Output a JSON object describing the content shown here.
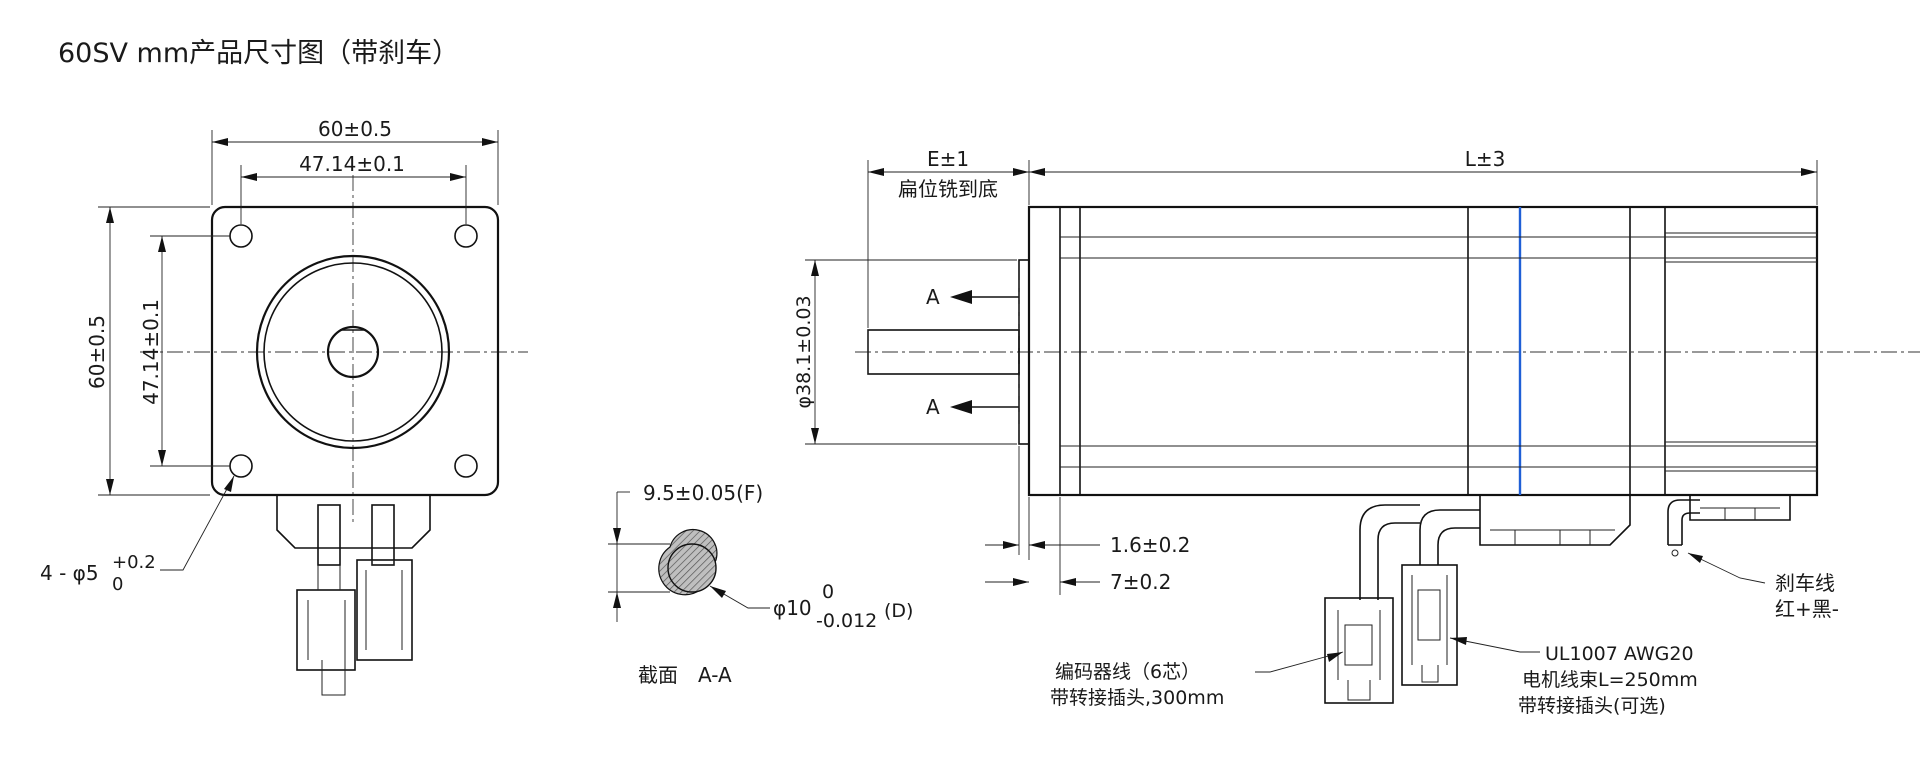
{
  "title": "60SV mm产品尺寸图（带刹车）",
  "front_view": {
    "dim_width_outer": "60±0.5",
    "dim_width_holes": "47.14±0.1",
    "dim_height_outer": "60±0.5",
    "dim_height_holes": "47.14±0.1",
    "hole_callout": "4 - φ5",
    "hole_tol_upper": "+0.2",
    "hole_tol_lower": "0"
  },
  "section_view": {
    "flat_dim": "9.5±0.05(F)",
    "shaft_dia": "φ10",
    "shaft_tol_upper": "0",
    "shaft_tol_lower": "-0.012",
    "shaft_tol_suffix": "(D)",
    "caption": "截面　A-A"
  },
  "side_view": {
    "dim_e": "E±1",
    "dim_e_note": "扁位铣到底",
    "dim_l": "L±3",
    "dim_pilot": "φ38.1±0.03",
    "section_marker_top": "A",
    "section_marker_bottom": "A",
    "dim_flange": "1.6±0.2",
    "dim_plate": "7±0.2"
  },
  "callouts": {
    "brake_line_1": "刹车线",
    "brake_line_2": "红+黑-",
    "motor_cable_1": "UL1007 AWG20",
    "motor_cable_2": "电机线束L=250mm",
    "motor_cable_3": "带转接插头(可选)",
    "encoder_cable_1": "编码器线（6芯）",
    "encoder_cable_2": "带转接插头,300mm"
  },
  "colors": {
    "line": "#111111",
    "accent_line": "#1f5fd6",
    "background": "#ffffff"
  }
}
